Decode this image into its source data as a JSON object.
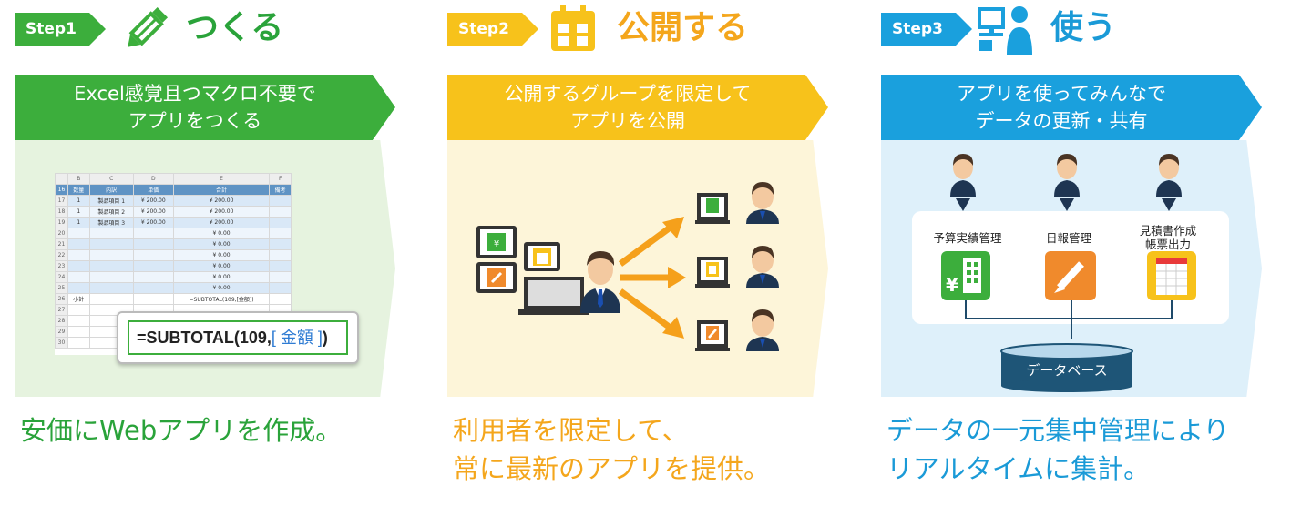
{
  "steps": [
    {
      "tag": "Step1",
      "title": "つくる",
      "title_icon": "pencil-icon",
      "banner": [
        "Excel感覚且つマクロ不要で",
        "アプリをつくる"
      ],
      "caption": [
        "安価にWebアプリを作成。"
      ],
      "color": "#3cae3c"
    },
    {
      "tag": "Step2",
      "title": "公開する",
      "title_icon": "calendar-icon",
      "banner": [
        "公開するグループを限定して",
        "アプリを公開"
      ],
      "caption": [
        "利用者を限定して、",
        "常に最新のアプリを提供。"
      ],
      "color": "#f7c21b"
    },
    {
      "tag": "Step3",
      "title": "使う",
      "title_icon": "user-at-computer-icon",
      "banner": [
        "アプリを使ってみんなで",
        "データの更新・共有"
      ],
      "caption": [
        "データの一元集中管理により",
        "リアルタイムに集計。"
      ],
      "color": "#1aa0dd"
    }
  ],
  "spreadsheet": {
    "columns": [
      "",
      "B",
      "C",
      "D",
      "E",
      "F"
    ],
    "header_row": [
      "16",
      "数量",
      "内訳",
      "単価",
      "合計",
      "備考"
    ],
    "rows": [
      [
        "17",
        "1",
        "製品項目 1",
        "¥  200.00",
        "¥  200.00",
        ""
      ],
      [
        "18",
        "1",
        "製品項目 2",
        "¥  200.00",
        "¥  200.00",
        ""
      ],
      [
        "19",
        "1",
        "製品項目 3",
        "¥  200.00",
        "¥  200.00",
        ""
      ],
      [
        "20",
        "",
        "",
        "",
        "¥  0.00",
        ""
      ],
      [
        "21",
        "",
        "",
        "",
        "¥  0.00",
        ""
      ],
      [
        "22",
        "",
        "",
        "",
        "¥  0.00",
        ""
      ],
      [
        "23",
        "",
        "",
        "",
        "¥  0.00",
        ""
      ],
      [
        "24",
        "",
        "",
        "",
        "¥  0.00",
        ""
      ],
      [
        "25",
        "",
        "",
        "",
        "¥  0.00",
        ""
      ],
      [
        "26",
        "小計",
        "",
        "",
        "=SUBTOTAL(109,[金額])",
        ""
      ],
      [
        "27",
        "",
        "",
        "",
        "",
        ""
      ],
      [
        "28",
        "",
        "",
        "",
        "",
        ""
      ],
      [
        "29",
        "",
        "",
        "",
        "",
        ""
      ],
      [
        "30",
        "",
        "",
        "",
        "",
        ""
      ]
    ],
    "formula_prefix": "=SUBTOTAL(109,",
    "formula_ref": "[ 金額 ]",
    "formula_suffix": ")"
  },
  "apps": [
    {
      "label": "予算実績管理",
      "icon": "yen-building-icon",
      "color": "#3cae3c"
    },
    {
      "label": "日報管理",
      "icon": "pencil-icon",
      "color": "#f08a2c"
    },
    {
      "label": "見積書作成\n帳票出力",
      "icon": "document-icon",
      "color": "#f7c21b"
    }
  ],
  "database_label": "データベース"
}
